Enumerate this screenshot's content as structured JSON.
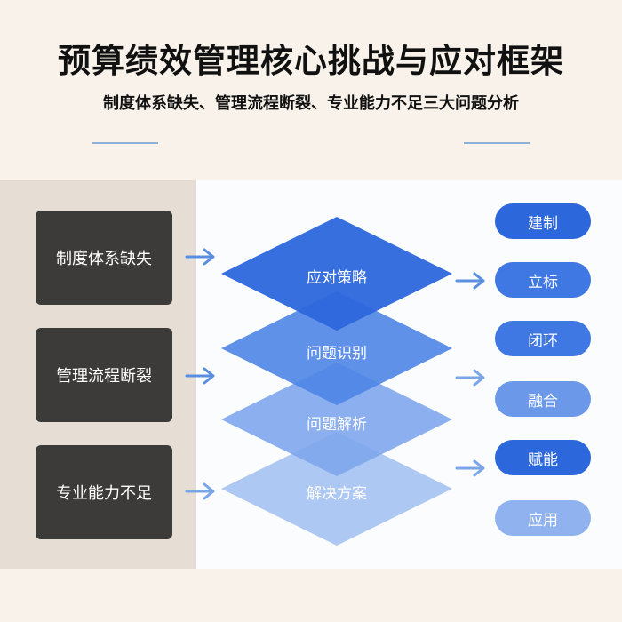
{
  "title": "预算绩效管理核心挑战与应对框架",
  "subtitle": "制度体系缺失、管理流程断裂、专业能力不足三大问题分析",
  "problems": [
    {
      "label": "制度体系缺失"
    },
    {
      "label": "管理流程断裂"
    },
    {
      "label": "专业能力不足"
    }
  ],
  "layers": [
    {
      "label": "应对策略",
      "color": "#2c67dc"
    },
    {
      "label": "问题识别",
      "color": "#4f85e6"
    },
    {
      "label": "问题解析",
      "color": "#7fa6ed"
    },
    {
      "label": "解决方案",
      "color": "#aac5f3"
    }
  ],
  "outcomes": [
    {
      "label": "建制",
      "color": "#2c67dc"
    },
    {
      "label": "立标",
      "color": "#3f78e2"
    },
    {
      "label": "闭环",
      "color": "#3f78e2"
    },
    {
      "label": "融合",
      "color": "#6c98ea"
    },
    {
      "label": "赋能",
      "color": "#2c67dc"
    },
    {
      "label": "应用",
      "color": "#90b2ef"
    }
  ],
  "colors": {
    "arrow": "#5a8fdf",
    "problem_box": "#3c3b39"
  }
}
